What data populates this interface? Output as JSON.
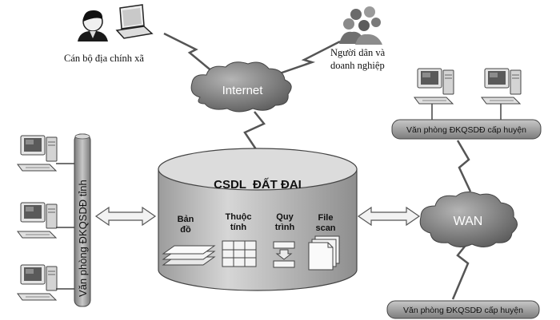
{
  "labels": {
    "commune_officer": "Cán bộ địa chính xã",
    "citizens_line1": "Người dân và",
    "citizens_line2": "doanh nghiệp",
    "internet": "Internet",
    "wan": "WAN",
    "database_title": "CSDL  ĐẤT ĐAI",
    "province_office": "Văn phòng ĐKQSDĐ tỉnh",
    "district_office_top": "Văn phòng ĐKQSDĐ cấp huyện",
    "district_office_bottom": "Văn phòng ĐKQSDĐ cấp huyện"
  },
  "database_components": [
    {
      "line1": "Bản",
      "line2": "đồ",
      "icon": "map-layers-icon"
    },
    {
      "line1": "Thuộc",
      "line2": "tính",
      "icon": "attribute-table-icon"
    },
    {
      "line1": "Quy",
      "line2": "trình",
      "icon": "process-flow-icon"
    },
    {
      "line1": "File",
      "line2": "scan",
      "icon": "scanned-files-icon"
    }
  ],
  "colors": {
    "cylinder_body": "#bdbdbd",
    "cylinder_top": "#dedede",
    "cloud": "#8a8a8a",
    "bar": "#9a9a9a",
    "lightning": "#d0d0d0",
    "text": "#111111"
  }
}
